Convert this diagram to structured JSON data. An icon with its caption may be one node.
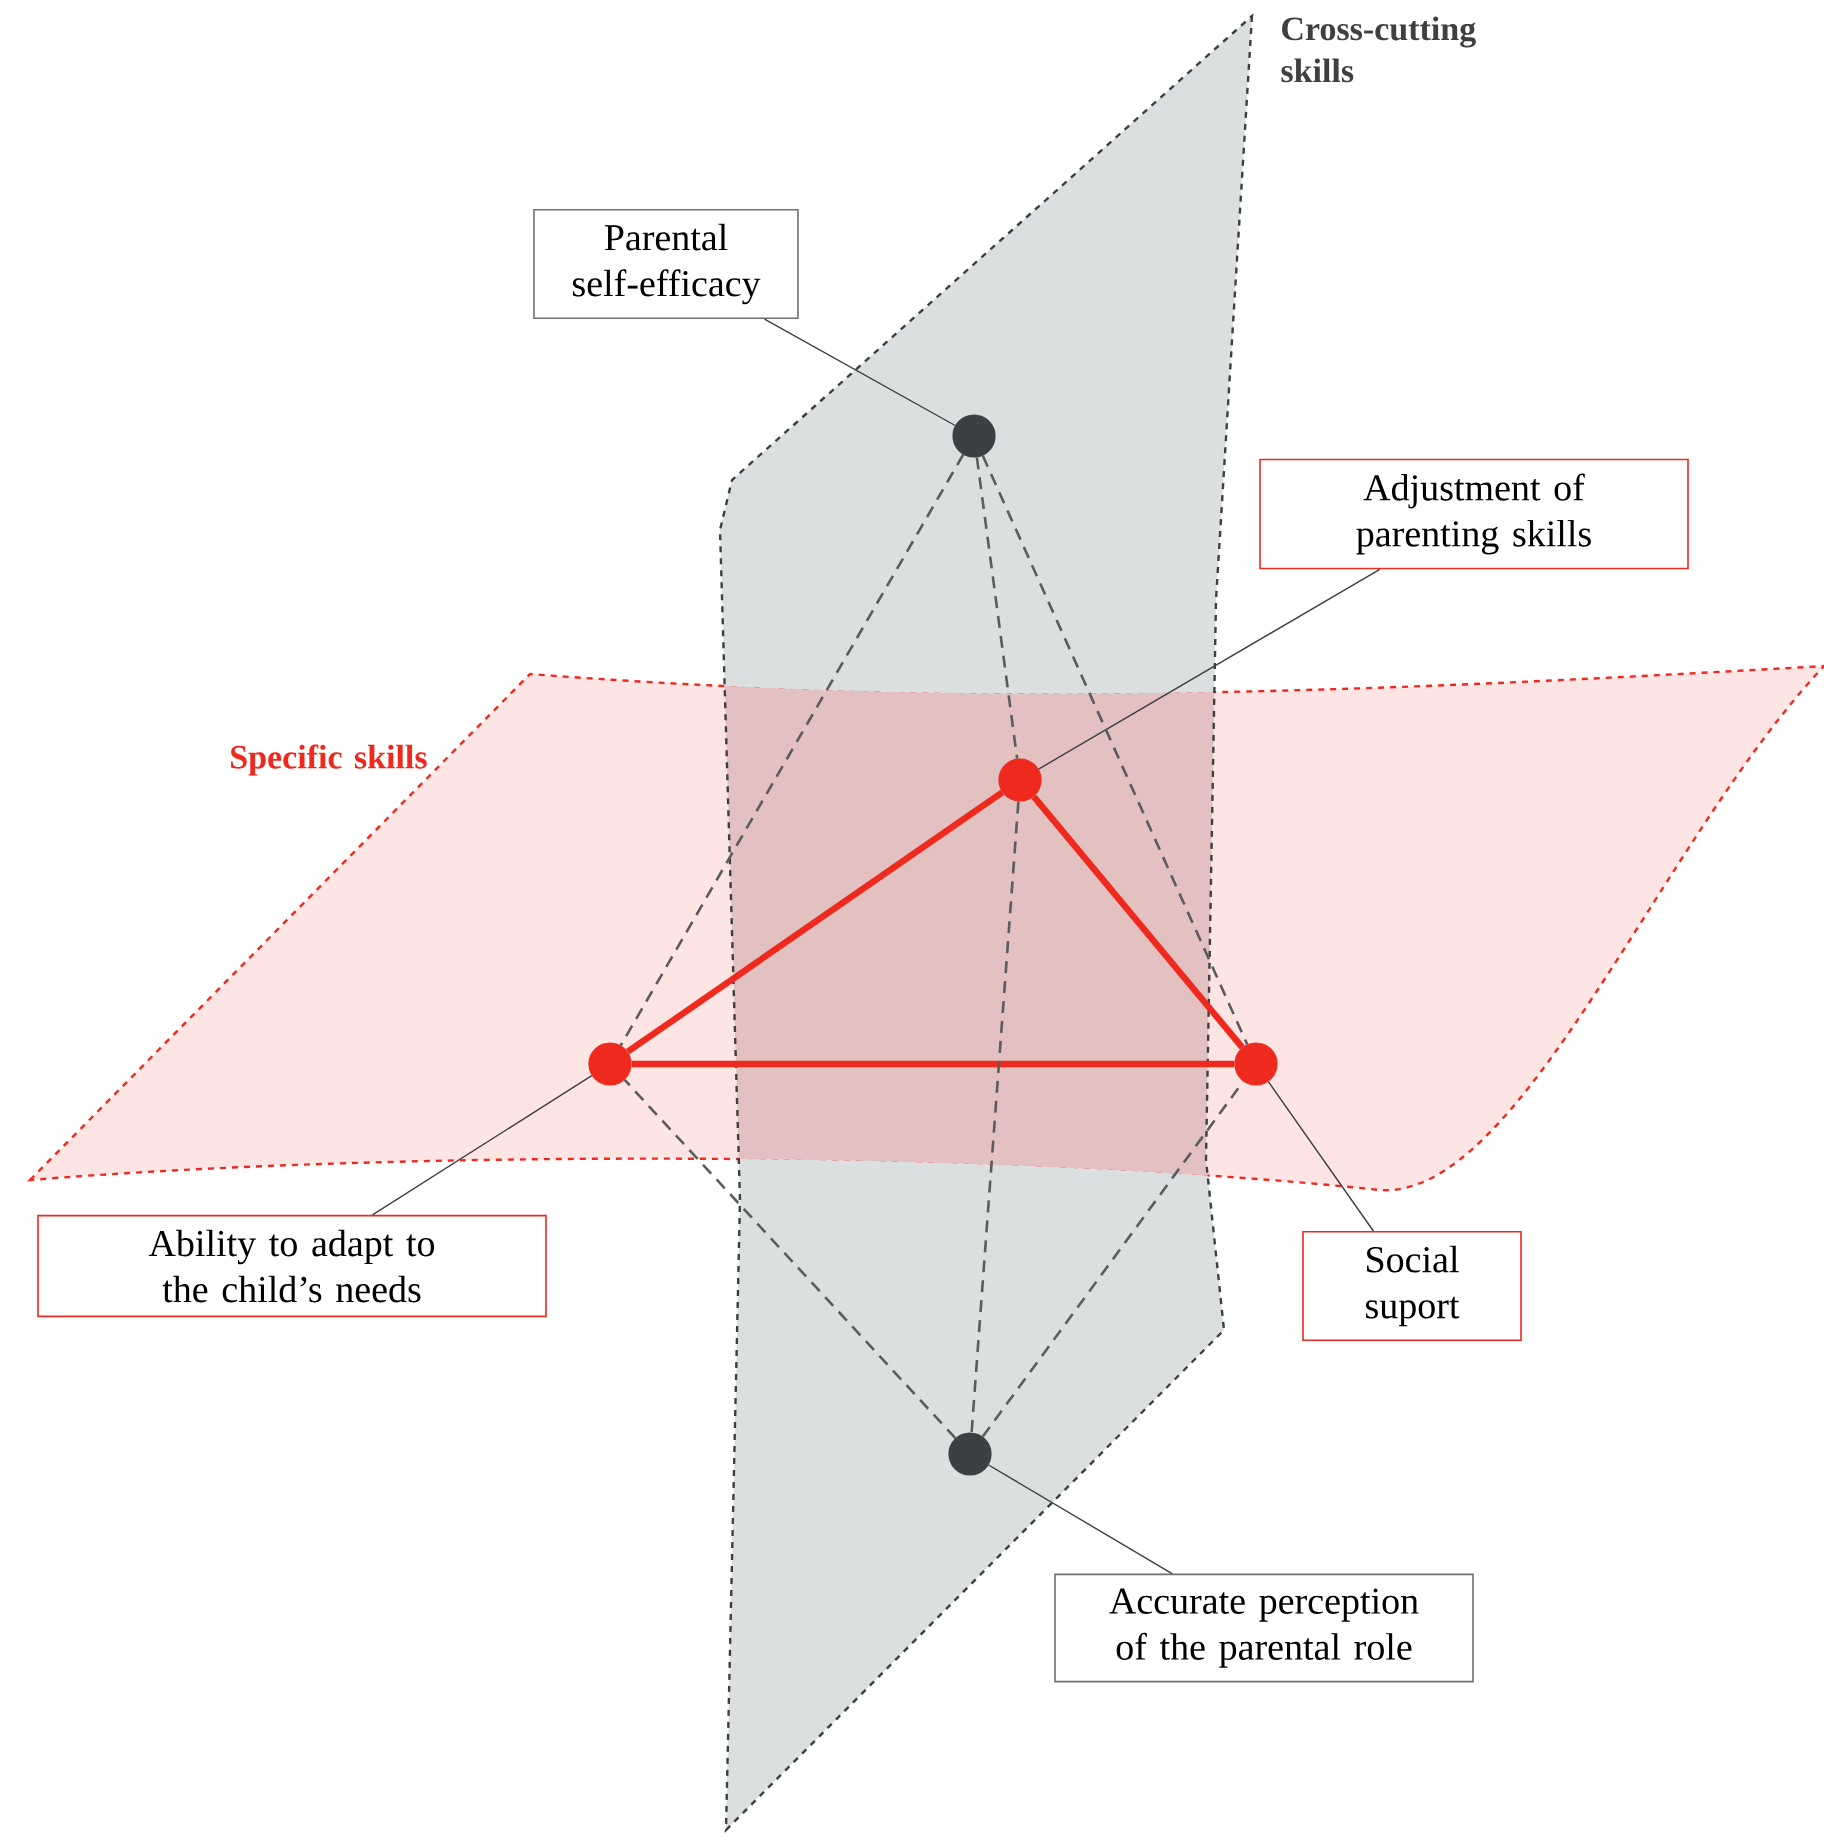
{
  "diagram": {
    "nodes": [
      {
        "text": [
          "Cross-cutting skills"
        ]
      },
      {
        "text": [
          "Specific skills"
        ]
      },
      {
        "text": [
          "Parental self-efficacy"
        ]
      },
      {
        "text": [
          "Adjustment of parenting skills"
        ]
      },
      {
        "text": [
          "Ability to adapt to the child’s needs"
        ]
      },
      {
        "text": [
          "Social suport"
        ]
      },
      {
        "text": [
          "Accurate perception of the parental role"
        ]
      },
      {
        "text": [],
        "shape": "circle",
        "in": 0
      },
      {
        "text": [],
        "shape": "circle"
      },
      {
        "text": [],
        "shape": "circle",
        "in": 1
      },
      {
        "text": [],
        "shape": "circle",
        "in": 1
      },
      {
        "text": [],
        "shape": "circle",
        "in": 0
      }
    ],
    "edges": [
      {
        "from": 2,
        "to": 7,
        "arrow": "none"
      },
      {
        "from": 3,
        "to": 8,
        "arrow": "none"
      },
      {
        "from": 4,
        "to": 9,
        "arrow": "none"
      },
      {
        "from": 5,
        "to": 10,
        "arrow": "none"
      },
      {
        "from": 6,
        "to": 11,
        "arrow": "none"
      },
      {
        "from": 8,
        "to": 9,
        "arrow": "none",
        "style": "thick",
        "color": "#ee2a1e"
      },
      {
        "from": 8,
        "to": 10,
        "arrow": "none",
        "style": "thick",
        "color": "#ee2a1e"
      },
      {
        "from": 9,
        "to": 10,
        "arrow": "none",
        "style": "thick",
        "color": "#ee2a1e"
      },
      {
        "from": 7,
        "to": 9,
        "arrow": "none",
        "style": "dashed"
      },
      {
        "from": 7,
        "to": 8,
        "arrow": "none",
        "style": "dashed"
      },
      {
        "from": 7,
        "to": 10,
        "arrow": "none",
        "style": "dashed"
      },
      {
        "from": 8,
        "to": 11,
        "arrow": "none",
        "style": "dashed"
      },
      {
        "from": 11,
        "to": 9,
        "arrow": "none",
        "style": "dashed"
      },
      {
        "from": 11,
        "to": 10,
        "arrow": "none",
        "style": "dashed"
      }
    ]
  }
}
